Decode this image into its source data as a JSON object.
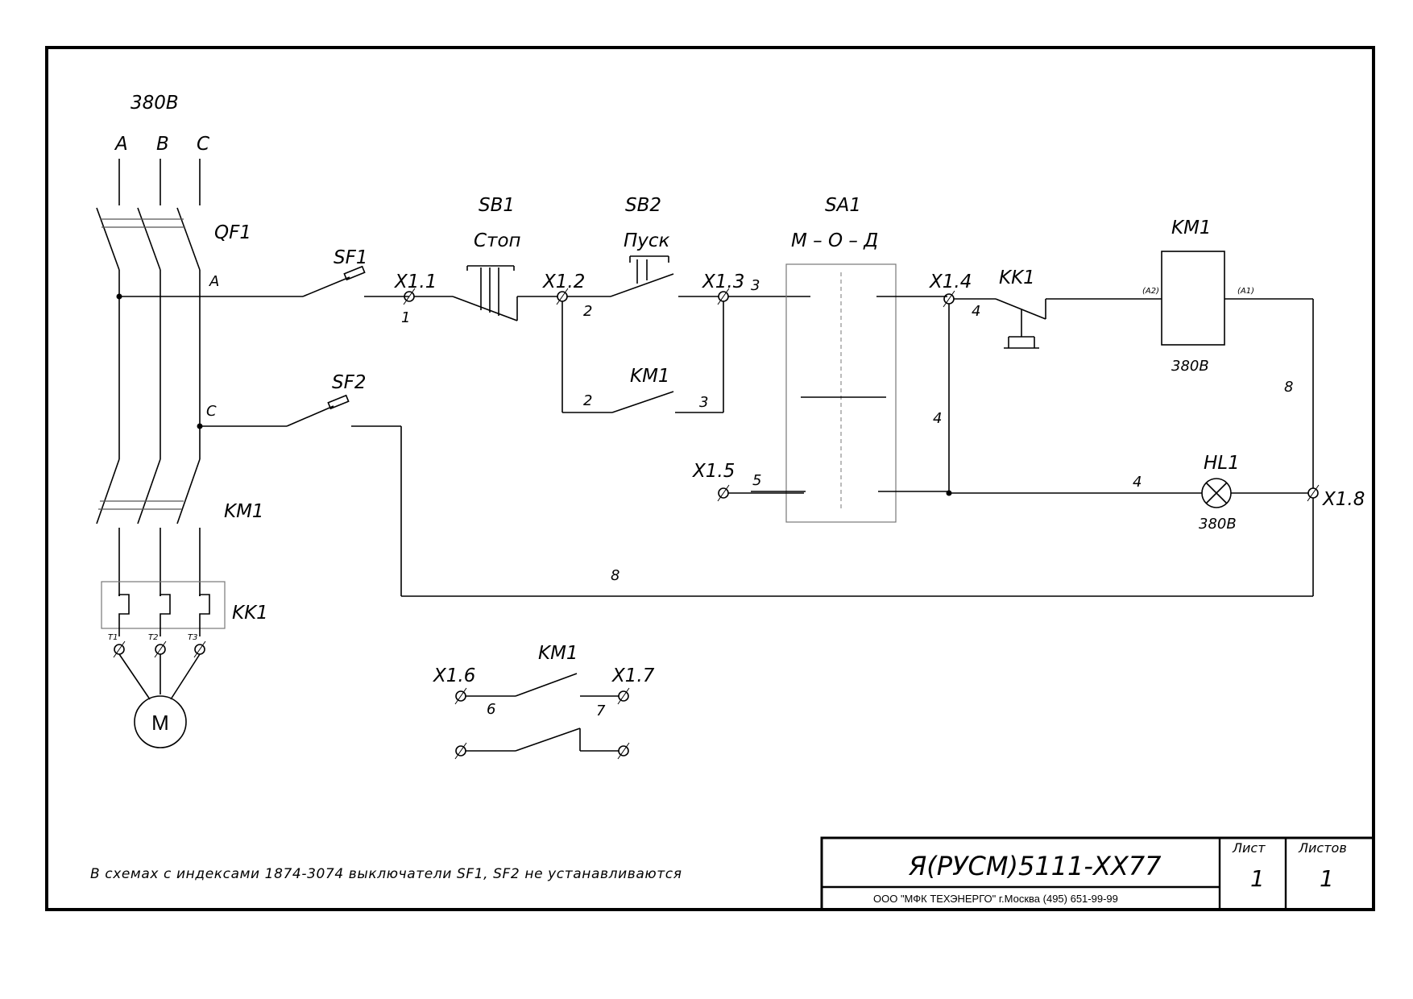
{
  "power": {
    "voltage": "380В",
    "phases": [
      "A",
      "B",
      "C"
    ],
    "breaker": "QF1",
    "tap_a": "A",
    "tap_c": "C"
  },
  "components": {
    "sf1": "SF1",
    "sf2": "SF2",
    "sb1": "SB1",
    "sb1_caption": "Стоп",
    "sb2": "SB2",
    "sb2_caption": "Пуск",
    "sa1": "SA1",
    "sa1_caption": "М – О – Д",
    "km1_coil": "KM1",
    "km1_coil_voltage": "380В",
    "km1_hold": "KM1",
    "km1_main": "KM1",
    "km1_aux": "KM1",
    "kk1_contact": "KK1",
    "kk1_relay": "KK1",
    "hl1": "HL1",
    "hl1_voltage": "380В",
    "motor": "M",
    "coil_a2": "(A2)",
    "coil_a1": "(A1)",
    "relay_terminals": [
      "T1",
      "T2",
      "T3"
    ]
  },
  "terminals": {
    "x11": "X1.1",
    "x12": "X1.2",
    "x13": "X1.3",
    "x14": "X1.4",
    "x15": "X1.5",
    "x16": "X1.6",
    "x17": "X1.7",
    "x18": "X1.8"
  },
  "wires": {
    "w1": "1",
    "w2a": "2",
    "w2b": "2",
    "w3a": "3",
    "w3b": "3",
    "w4a": "4",
    "w4b": "4",
    "w4c": "4",
    "w5": "5",
    "w6": "6",
    "w7": "7",
    "w8a": "8",
    "w8b": "8"
  },
  "note": "В схемах с индексами 1874-3074 выключатели SF1, SF2 не устанавливаются",
  "title_block": {
    "code": "Я(РУСМ)5111-XX77",
    "company": "ООО \"МФК ТЕХЭНЕРГО\" г.Москва  (495) 651-99-99",
    "sheet_label": "Лист",
    "sheet_value": "1",
    "sheets_label": "Листов",
    "sheets_value": "1"
  }
}
